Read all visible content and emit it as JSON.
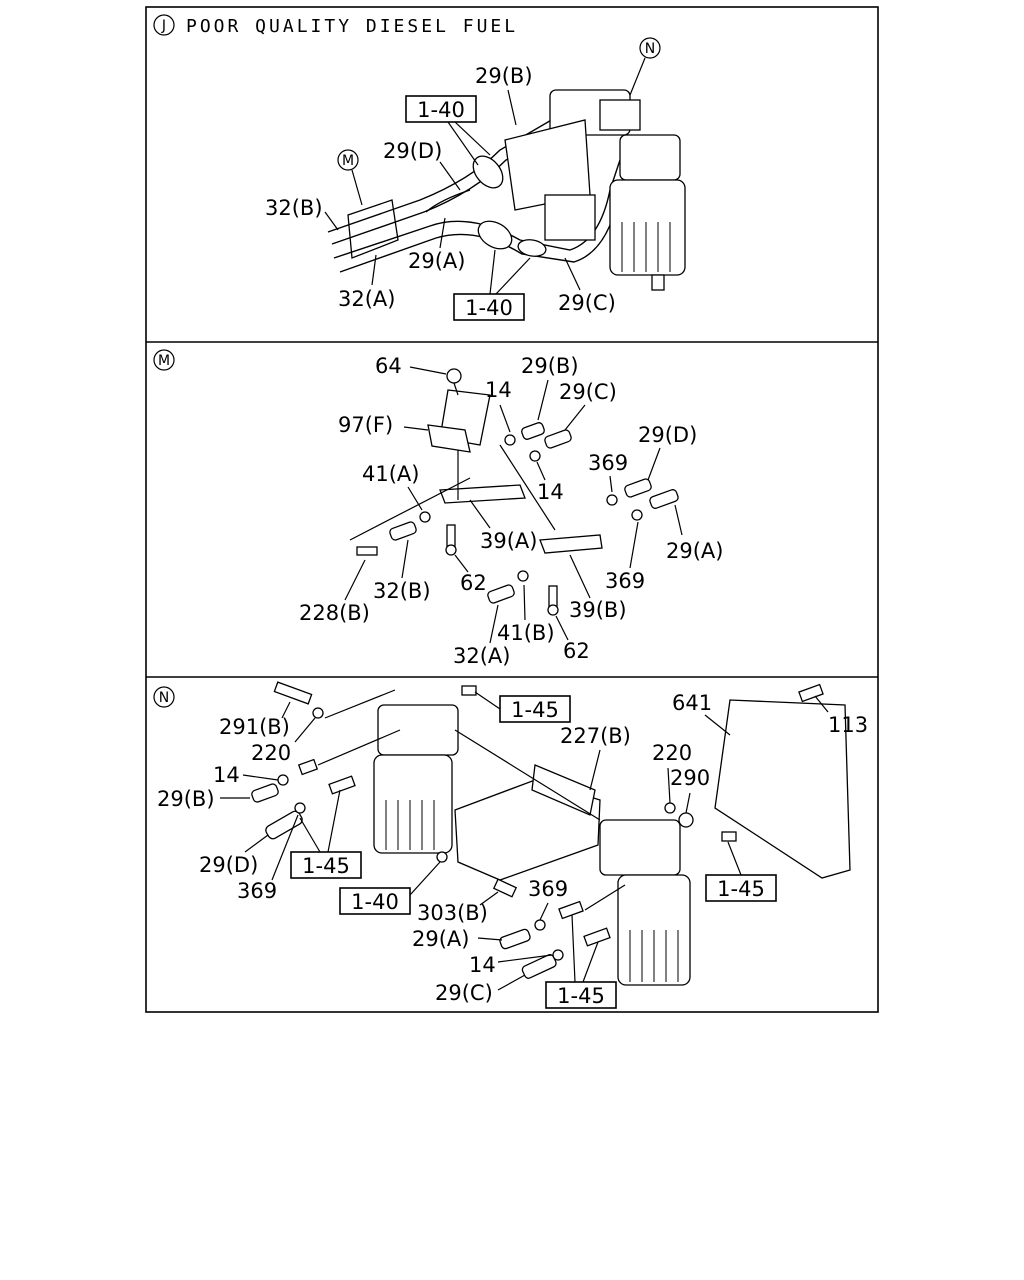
{
  "panel_j": {
    "marker": "J",
    "title": "POOR QUALITY DIESEL FUEL",
    "callout_n": "N",
    "callout_m": "M",
    "labels": [
      "29(B)",
      "29(D)",
      "32(B)",
      "29(A)",
      "32(A)",
      "29(C)"
    ],
    "refs": [
      "1-40",
      "1-40"
    ]
  },
  "panel_m": {
    "marker": "M",
    "labels": [
      "64",
      "29(B)",
      "14",
      "29(C)",
      "97(F)",
      "29(D)",
      "369",
      "41(A)",
      "14",
      "39(A)",
      "29(A)",
      "369",
      "32(B)",
      "62",
      "228(B)",
      "39(B)",
      "41(B)",
      "62",
      "32(A)"
    ]
  },
  "panel_n": {
    "marker": "N",
    "labels": [
      "291(B)",
      "220",
      "14",
      "29(B)",
      "29(D)",
      "369",
      "641",
      "113",
      "227(B)",
      "220",
      "290",
      "369",
      "303(B)",
      "29(A)",
      "14",
      "29(C)"
    ],
    "refs": [
      "1-45",
      "1-45",
      "1-40",
      "1-45",
      "1-45"
    ]
  }
}
